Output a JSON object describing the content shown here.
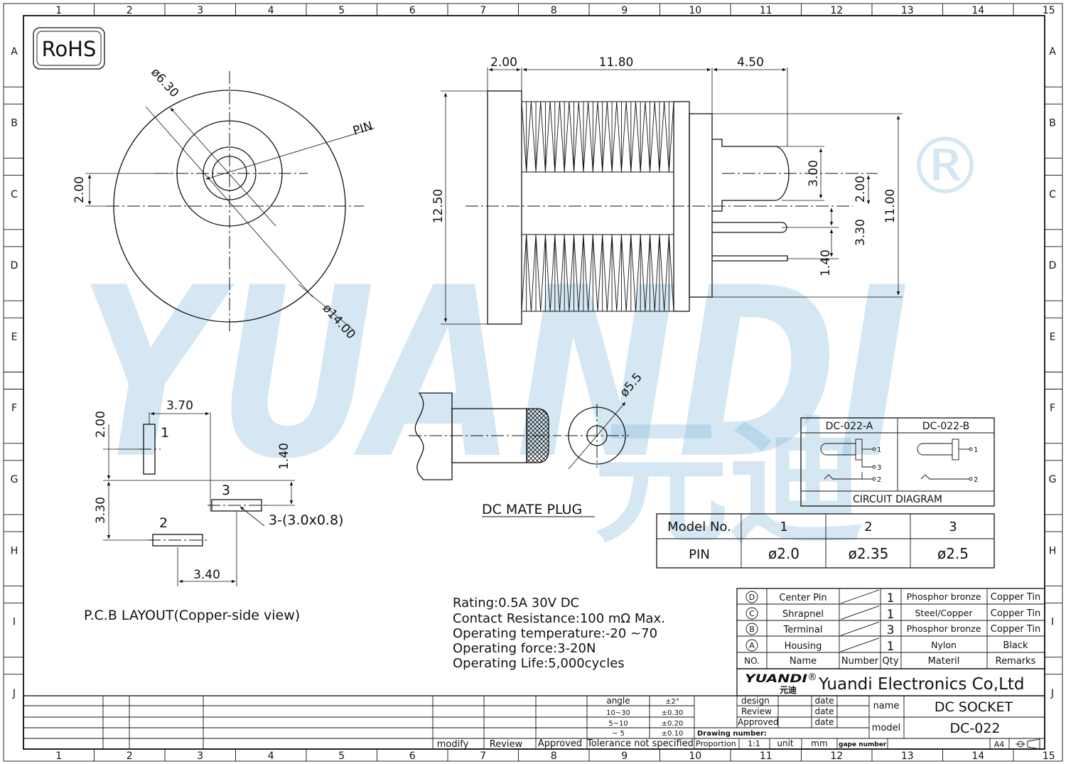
{
  "frame": {
    "columns": [
      "1",
      "2",
      "3",
      "4",
      "5",
      "6",
      "7",
      "8",
      "9",
      "10",
      "11",
      "12",
      "13",
      "14",
      "15"
    ],
    "rows": [
      "A",
      "B",
      "C",
      "D",
      "E",
      "F",
      "G",
      "H",
      "I",
      "J"
    ]
  },
  "rohs": "RoHS",
  "watermark": {
    "latin": "YUANDI",
    "cjk": "元迪",
    "reg": "®"
  },
  "front_view": {
    "dims": {
      "d_pin": "ø6.30",
      "pin": "PIN",
      "offset": "2.00",
      "d_body": "ø14.00"
    }
  },
  "side_view": {
    "dims": {
      "top1": "2.00",
      "top2": "11.80",
      "top3": "4.50",
      "height": "12.50",
      "pin_d": "3.00",
      "pin_off": "2.00",
      "t_off": "3.30",
      "t_gap": "1.40",
      "overall": "11.00"
    }
  },
  "pcb": {
    "dims": {
      "w": "3.70",
      "h1": "2.00",
      "h2": "1.40",
      "h3": "3.30",
      "w2": "3.40",
      "slot": "3-(3.0x0.8)"
    },
    "pads": [
      "1",
      "2",
      "3"
    ],
    "caption": "P.C.B LAYOUT(Copper-side view)"
  },
  "mate_plug": {
    "dim": "ø5.5",
    "caption": "DC MATE PLUG"
  },
  "circuit": {
    "col_a": "DC-022-A",
    "col_b": "DC-022-B",
    "pins_a": [
      "1",
      "3",
      "2"
    ],
    "pins_b": [
      "1",
      "2"
    ],
    "caption": "CIRCUIT DIAGRAM"
  },
  "pin_table": {
    "headers": [
      "Model No.",
      "1",
      "2",
      "3"
    ],
    "row": [
      "PIN",
      "ø2.0",
      "ø2.35",
      "ø2.5"
    ]
  },
  "specs": [
    "Rating:0.5A 30V DC",
    "Contact Resistance:100 mΩ Max.",
    "Operating temperature:-20 ~70",
    "Operating force:3-20N",
    "Operating Life:5,000cycles"
  ],
  "bom": {
    "rows": [
      {
        "mark": "D",
        "name": "Center Pin",
        "qty": "1",
        "material": "Phosphor bronze",
        "remarks": "Copper Tin"
      },
      {
        "mark": "C",
        "name": "Shrapnel",
        "qty": "1",
        "material": "Steel/Copper",
        "remarks": "Copper Tin"
      },
      {
        "mark": "B",
        "name": "Terminal",
        "qty": "3",
        "material": "Phosphor bronze",
        "remarks": "Copper Tin"
      },
      {
        "mark": "A",
        "name": "Housing",
        "qty": "1",
        "material": "Nylon",
        "remarks": "Black"
      }
    ],
    "header": {
      "no": "NO.",
      "name": "Name",
      "number": "Number",
      "qty": "Qty",
      "material": "Materil",
      "remarks": "Remarks"
    }
  },
  "company": {
    "logo": "YUANDI",
    "logo_cjk": "元迪",
    "reg": "®",
    "name": "Yuandi Electronics Co,Ltd"
  },
  "title_block": {
    "design": "design",
    "review": "Review",
    "approved": "Approved",
    "date1": "date",
    "date2": "date",
    "date3": "date",
    "drawing_number": "Drawing number:",
    "proportion": "Proportion",
    "ratio": "1:1",
    "unit": "unit",
    "mm": "mm",
    "page_number": "gape number",
    "name_label": "name",
    "name_value": "DC SOCKET",
    "model_label": "model",
    "model_value": "DC-022",
    "size": "A4"
  },
  "tolerance": {
    "rows": [
      {
        "range": "angle",
        "tol": "±2°"
      },
      {
        "range": "10~30",
        "tol": "±0.30"
      },
      {
        "range": "5~10",
        "tol": "±0.20"
      },
      {
        "range": "~ 5",
        "tol": "±0.10"
      }
    ],
    "footer": "Tolerance not specified"
  },
  "revision": {
    "modify": "modify",
    "review": "Review",
    "approved": "Approved"
  }
}
